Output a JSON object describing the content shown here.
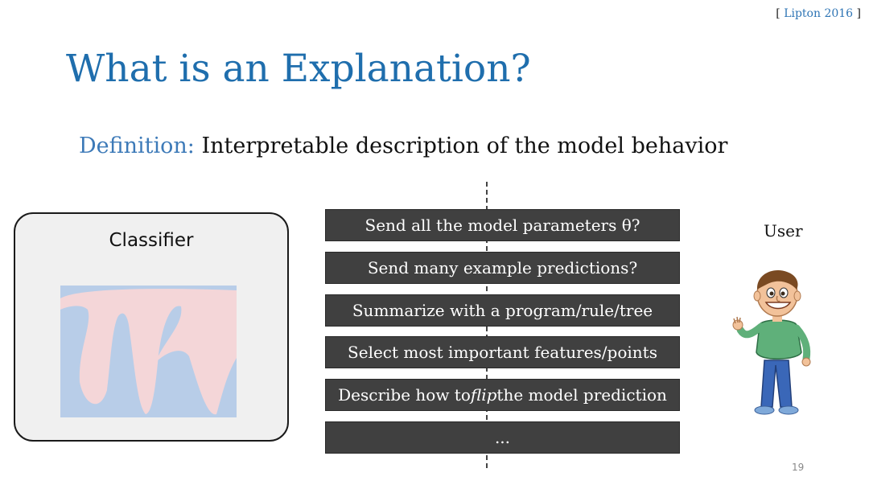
{
  "citation": {
    "open": "[ ",
    "ref": "Lipton 2016",
    "close": " ]"
  },
  "title": "What is an Explanation?",
  "definition": {
    "term": "Definition:",
    "text": " Interpretable description of the model behavior"
  },
  "classifier": {
    "label": "Classifier"
  },
  "options": [
    {
      "text": "Send all the model parameters θ?"
    },
    {
      "text": "Send many example predictions?"
    },
    {
      "text": "Summarize with a program/rule/tree"
    },
    {
      "text": "Select most important features/points"
    },
    {
      "prefix": "Describe how to ",
      "emphasis": "flip",
      "suffix": " the model prediction"
    },
    {
      "text": "..."
    }
  ],
  "user": {
    "label": "User"
  },
  "slide_number": "19",
  "colors": {
    "title": "#1f6ead",
    "definition_term": "#3d7ab8",
    "option_fill": "#404040",
    "region_blue": "#b8cde8",
    "region_pink": "#f4d6d8"
  }
}
